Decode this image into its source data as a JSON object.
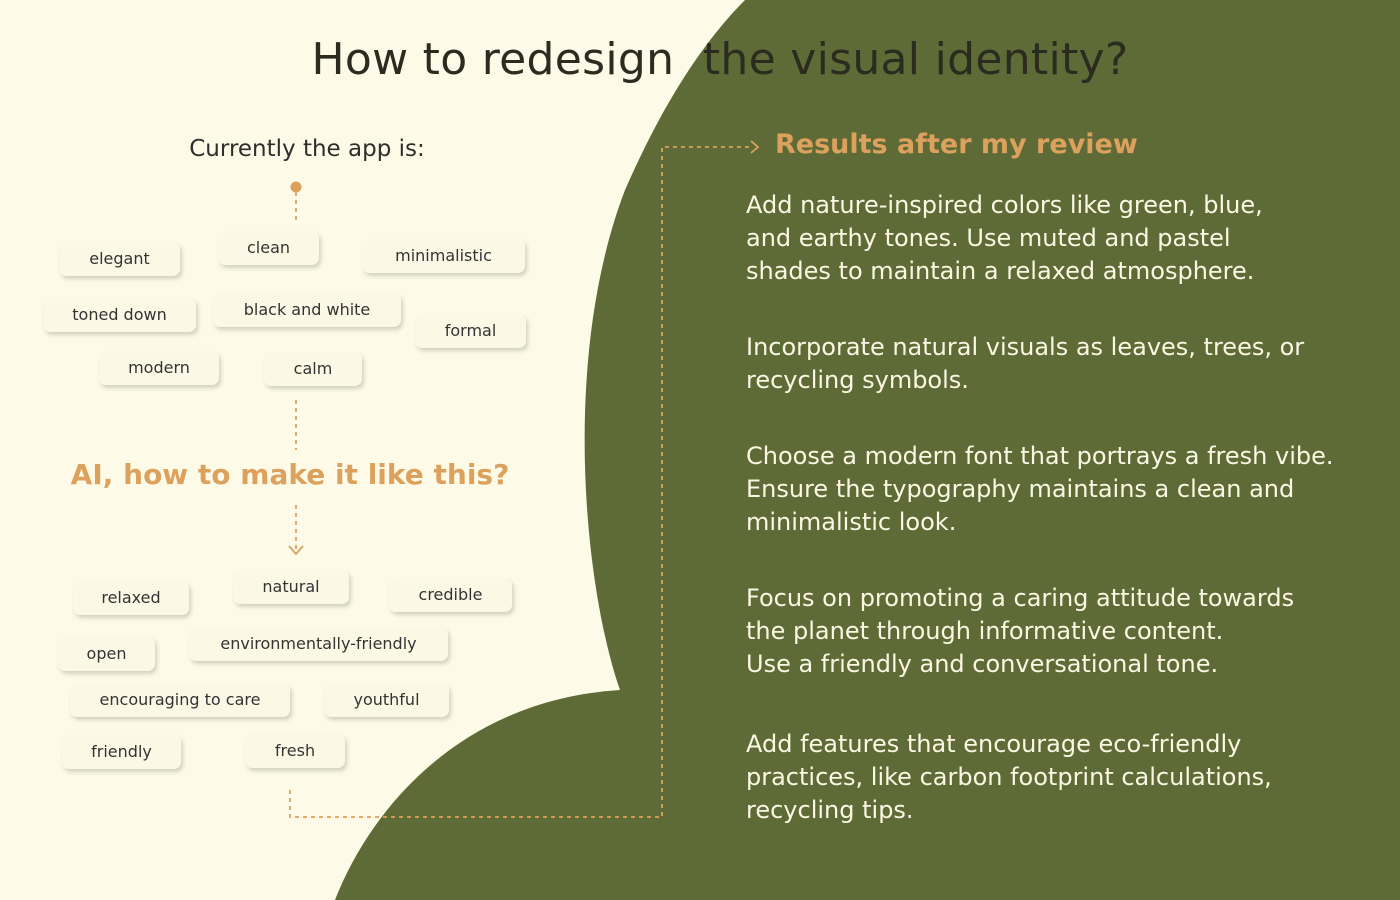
{
  "title": "How to redesign  the visual identity?",
  "current": {
    "label": "Currently the app is:",
    "tags": [
      "elegant",
      "clean",
      "minimalistic",
      "toned down",
      "black and white",
      "formal",
      "modern",
      "calm"
    ]
  },
  "question": "AI, how to make it like this?",
  "desired": {
    "tags": [
      "relaxed",
      "natural",
      "credible",
      "open",
      "environmentally-friendly",
      "encouraging to care",
      "youthful",
      "friendly",
      "fresh"
    ]
  },
  "results": {
    "label": "Results after my review",
    "paragraphs": [
      [
        "Add nature-inspired colors like green, blue,",
        "and earthy tones. Use muted and pastel",
        "shades to maintain a relaxed atmosphere."
      ],
      [
        "Incorporate natural visuals as leaves, trees, or",
        "recycling symbols."
      ],
      [
        "Choose a modern font that portrays a fresh vibe.",
        "Ensure the typography maintains a clean and",
        "minimalistic look."
      ],
      [
        "Focus on promoting a caring attitude towards",
        "the planet through informative content.",
        "Use a friendly and conversational tone."
      ],
      [
        "Add features that encourage eco-friendly",
        "practices, like carbon footprint calculations,",
        "recycling tips."
      ]
    ]
  },
  "colors": {
    "background": "#fdfbe8",
    "green": "#5e6b37",
    "accent": "#dda15e",
    "tag_bg": "#fcf8e6",
    "text_light": "#fbf7e3"
  }
}
